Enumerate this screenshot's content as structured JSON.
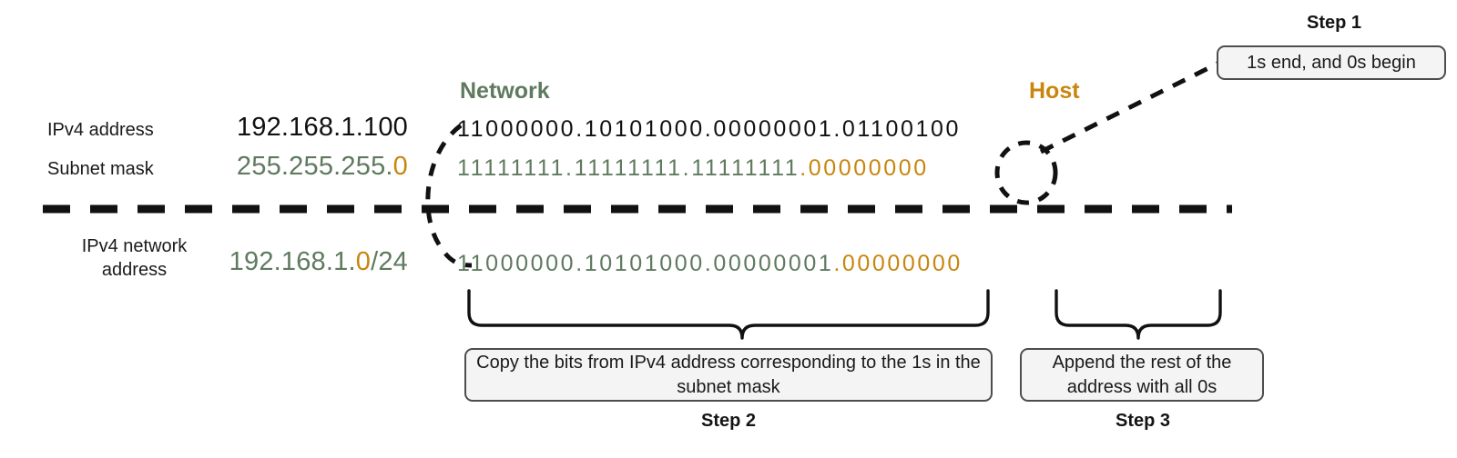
{
  "diagram": {
    "title_hidden": "",
    "colors": {
      "network_green": "#5f7a5f",
      "host_orange": "#c8860d",
      "text_black": "#111111",
      "callout_border": "#4d4d4d",
      "callout_fill": "#f4f4f4"
    },
    "section_headers": {
      "network": "Network",
      "host": "Host"
    },
    "rows": [
      {
        "label": "IPv4 address",
        "decimal": "192.168.1.100",
        "decimal_style": "black",
        "binary_octets": [
          "11000000",
          "10101000",
          "00000001",
          "01100100"
        ],
        "binary_octet_colors": [
          "black",
          "black",
          "black",
          "black"
        ]
      },
      {
        "label": "Subnet mask",
        "decimal_prefix": "255.255.255.",
        "decimal_suffix": "0",
        "decimal_style": "green-orange",
        "binary_octets": [
          "11111111",
          "11111111",
          "11111111",
          "00000000"
        ],
        "binary_octet_colors": [
          "green",
          "green",
          "green",
          "orange"
        ]
      },
      {
        "label_line1": "IPv4 network",
        "label_line2": "address",
        "decimal_prefix": "192.168.1.",
        "decimal_middle": "0",
        "decimal_suffix": "/24",
        "decimal_style": "green-orange-green",
        "binary_octets": [
          "11000000",
          "10101000",
          "00000001",
          "00000000"
        ],
        "binary_octet_colors": [
          "green",
          "green",
          "green",
          "orange"
        ]
      }
    ],
    "steps": [
      {
        "id": "step1",
        "title": "Step 1",
        "text": "1s end, and 0s begin"
      },
      {
        "id": "step2",
        "title": "Step 2",
        "text": "Copy the bits from IPv4 address corresponding to the 1s in the subnet mask"
      },
      {
        "id": "step3",
        "title": "Step 3",
        "text": "Append the rest of the address with all 0s"
      }
    ],
    "annotations": {
      "highlight_ellipse": "dashed circle around boundary bit",
      "leader_step1": "dashed leader line from boundary to Step 1 callout",
      "leader_network": "dashed curve from IPv4 address row to network address row",
      "divider": "horizontal dashed divider",
      "brace_network": "curly brace under network portion",
      "brace_host": "curly brace under host portion"
    }
  }
}
